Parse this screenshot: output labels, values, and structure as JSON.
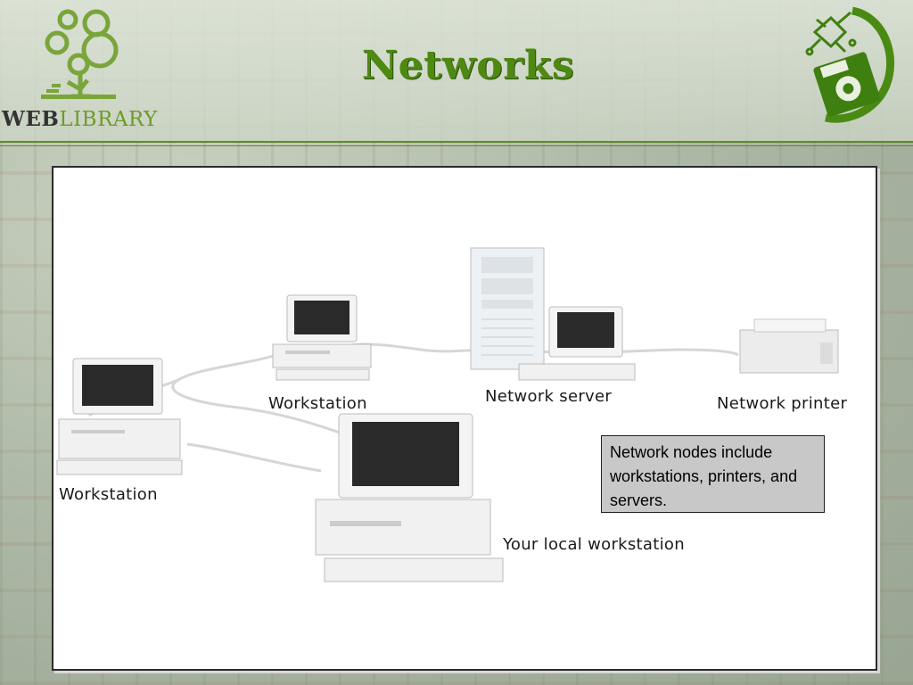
{
  "slide": {
    "title": "Networks",
    "logo": {
      "prefix": "WEB",
      "suffix": "LIBRARY"
    },
    "colors": {
      "title": "#4e8a12",
      "rule": "#5b8a2a",
      "note_bg": "#c8c8c8"
    }
  },
  "diagram": {
    "nodes": {
      "workstation_top": "Workstation",
      "workstation_left": "Workstation",
      "server": "Network server",
      "printer": "Network printer",
      "local": "Your local workstation"
    },
    "note": "Network nodes include workstations, printers, and servers."
  }
}
